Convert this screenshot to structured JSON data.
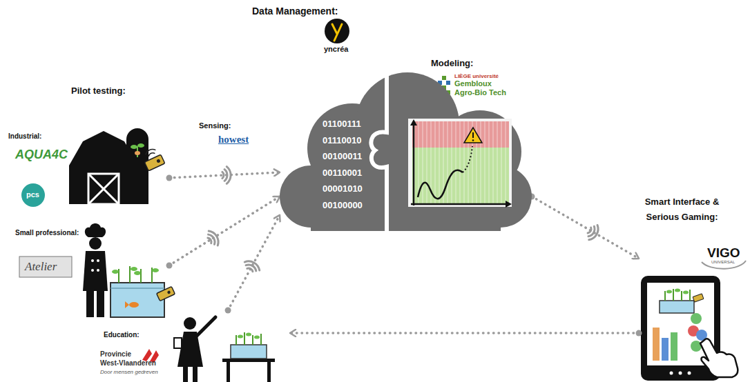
{
  "diagram": {
    "nodes": [
      {
        "text": [
          "Industrial:"
        ]
      },
      {
        "text": [
          "Small professional:"
        ]
      },
      {
        "text": [
          "Education:"
        ]
      },
      {
        "text": [
          "01100111 01110010 00100011 00110001 00001010 00100000"
        ]
      },
      {
        "text": [
          "Smart Interface & Serious Gaming:"
        ]
      }
    ],
    "edges": [
      {
        "from": 0,
        "to": 3,
        "arrow": "to"
      },
      {
        "from": 1,
        "to": 3,
        "arrow": "to"
      },
      {
        "from": 2,
        "to": 3,
        "arrow": "to"
      },
      {
        "from": 3,
        "to": 4,
        "arrow": "to"
      },
      {
        "from": 4,
        "to": 2,
        "arrow": "to"
      }
    ],
    "labels": [
      "Data Management:",
      "yncréa",
      "Modeling:",
      "LIÈGE université",
      "Gembloux",
      "Agro-Bio Tech",
      "Pilot testing:",
      "Sensing:",
      "howest",
      "AQUA4C",
      "pcs",
      "Atelier",
      "Provincie",
      "West-Vlaanderen",
      "Door mensen gedreven",
      "VIGO",
      "UNIVERSAL"
    ]
  }
}
